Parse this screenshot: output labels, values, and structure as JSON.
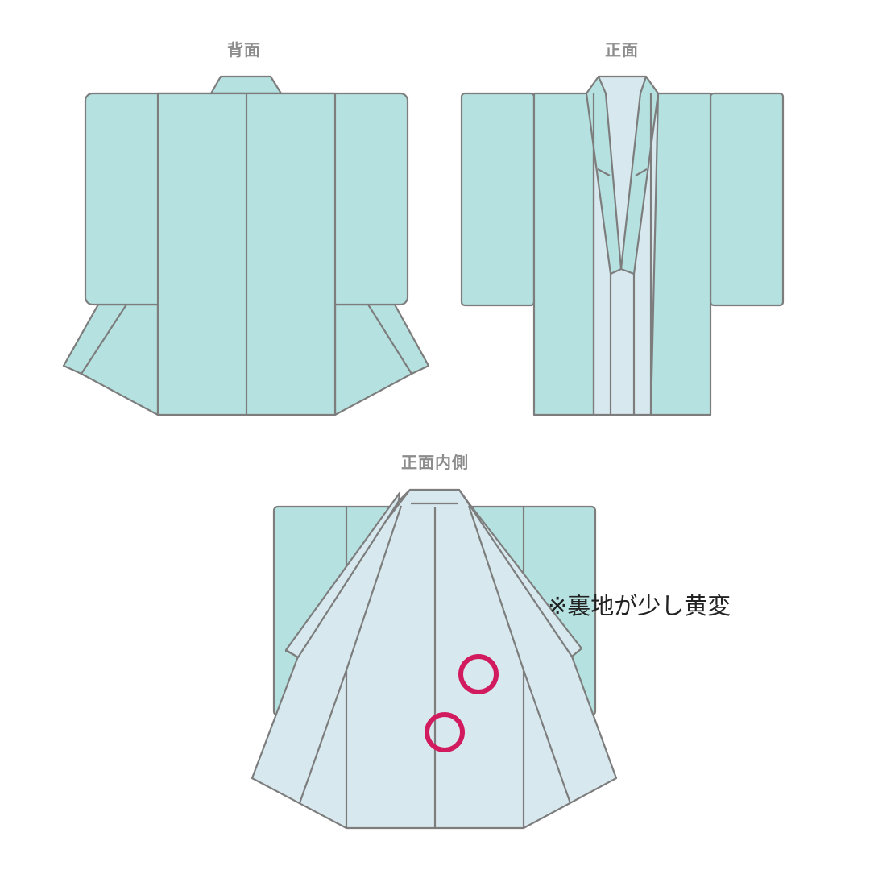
{
  "labels": {
    "back": "背面",
    "front": "正面",
    "inside": "正面内側"
  },
  "note": "※裏地が少し黄変",
  "colors": {
    "outer_fabric": "#b5e2e0",
    "lining": "#d7e9ef",
    "outline": "#7d7d7d",
    "label_text": "#8c8c8c",
    "note_text": "#222222",
    "marker": "#d21a5f"
  },
  "markers_count": 2
}
